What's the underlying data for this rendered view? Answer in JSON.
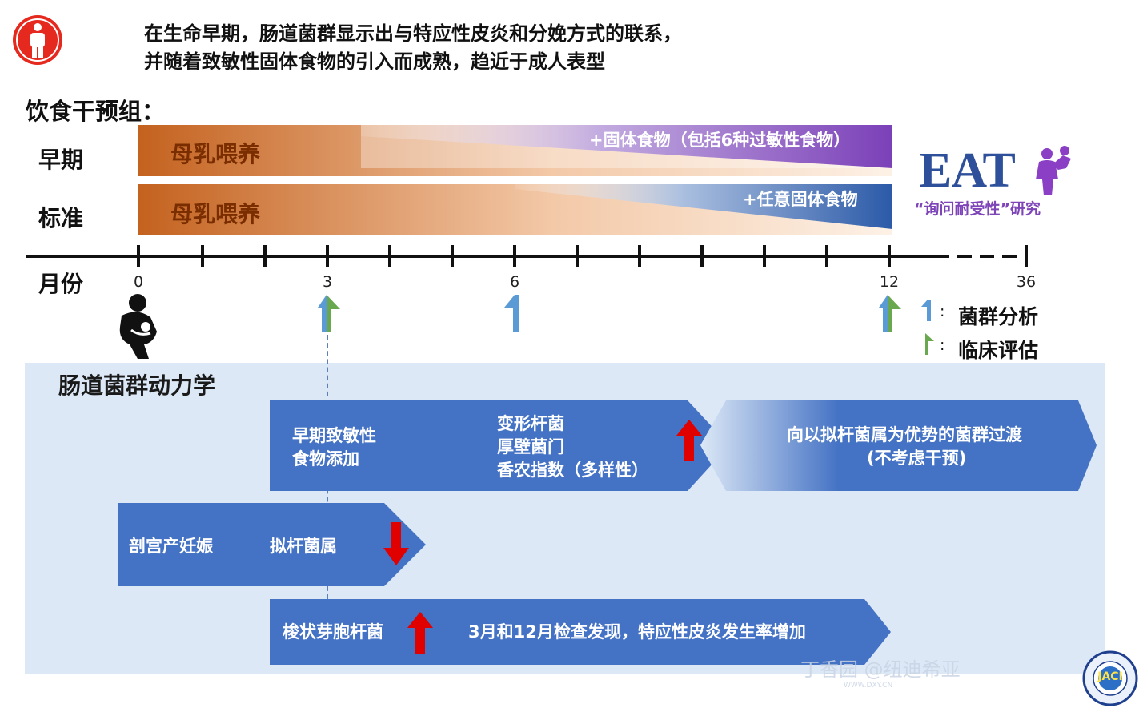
{
  "header": {
    "title_line1": "在生命早期，肠道菌群显示出与特应性皮炎和分娩方式的联系，",
    "title_line2": "并随着致敏性固体食物的引入而成熟，趋近于成人表型"
  },
  "diet": {
    "group_label": "饮食干预组：",
    "early_label": "早期",
    "standard_label": "标准",
    "early_bar_text": "母乳喂养",
    "early_overlay_text": "+固体食物（包括6种过敏性食物）",
    "standard_bar_text": "母乳喂养",
    "standard_overlay_text": "+任意固体食物"
  },
  "eat": {
    "logo_text": "EAT",
    "subtitle": "“询问耐受性”研究"
  },
  "timeline": {
    "axis_label": "月份",
    "ticks": [
      {
        "label": "0"
      },
      {
        "label": "3"
      },
      {
        "label": "6"
      },
      {
        "label": "12"
      },
      {
        "label": "36"
      }
    ]
  },
  "legend": {
    "microbiome_label": "菌群分析",
    "clinical_label": "临床评估",
    "separator": ":"
  },
  "microbiome": {
    "section_title": "肠道菌群动力学",
    "arrow1": {
      "left_line1": "早期致敏性",
      "left_line2": "食物添加",
      "mid_line1": "变形杆菌",
      "mid_line2": "厚壁菌门",
      "mid_line3": "香农指数（多样性）",
      "right_line1": "向以拟杆菌属为优势的菌群过渡",
      "right_line2": "(不考虑干预)"
    },
    "arrow2": {
      "left_text": "剖宫产妊娠",
      "right_text": "拟杆菌属"
    },
    "arrow3": {
      "left_text": "梭状芽胞杆菌",
      "right_text": "3月和12月检查发现，特应性皮炎发生率增加"
    }
  },
  "watermark": {
    "text": "丁香园 @纽迪希亚",
    "sub": "WWW.DXY.CN"
  },
  "seal": {
    "text": "JACI"
  },
  "colors": {
    "orange": "#c4621f",
    "purple": "#7d45b8",
    "navy": "#2b5aa8",
    "blue_arrow": "#4472c4",
    "light_panel": "#dce8f6",
    "red": "#e00000",
    "green": "#6aa84f",
    "marker_blue": "#5b9bd5",
    "logo_blue": "#2e4f9a",
    "logo_purple": "#8a3fc4"
  }
}
